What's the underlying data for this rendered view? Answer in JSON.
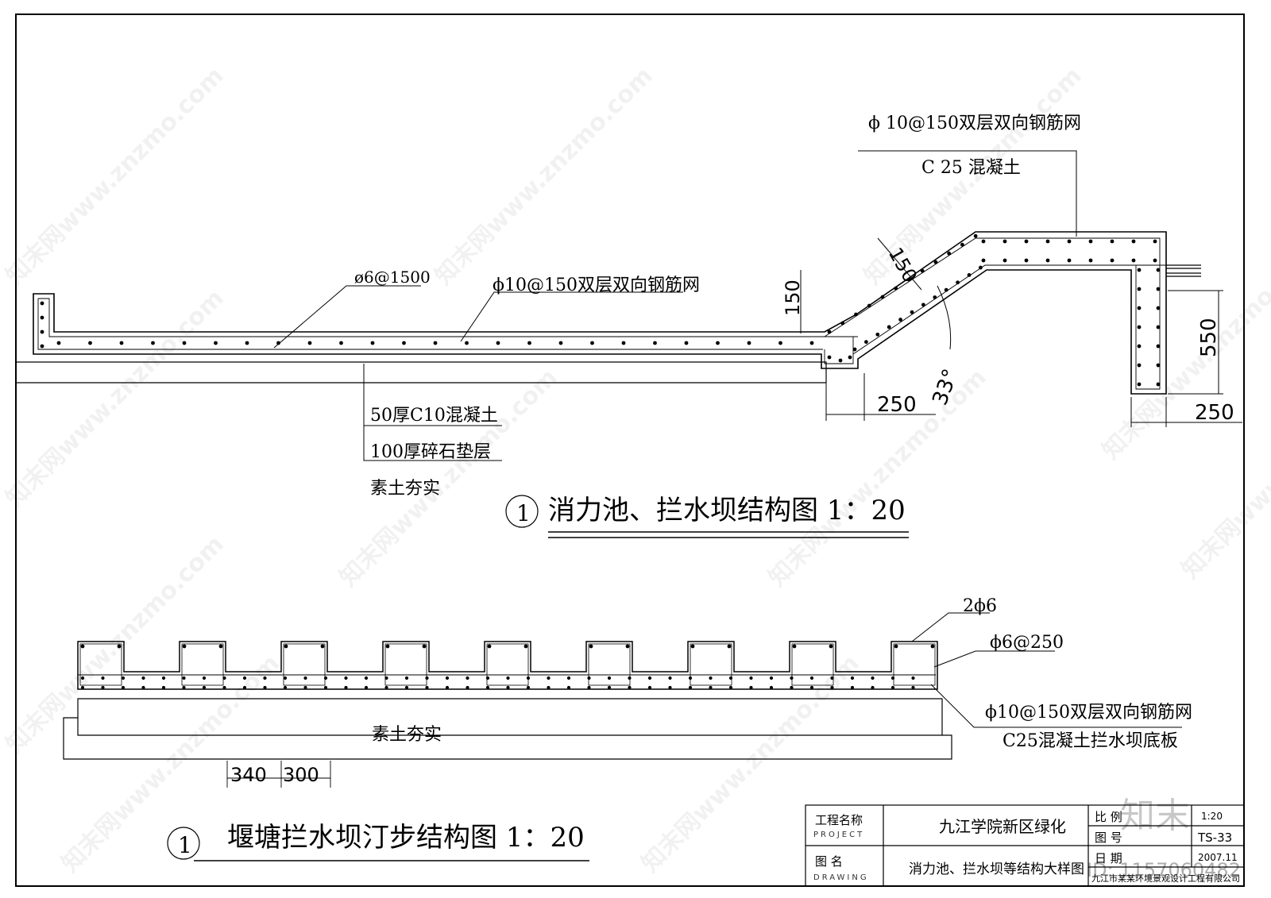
{
  "detail1": {
    "number": "1",
    "title": "消力池、拦水坝结构图 1：20",
    "callouts": {
      "rebar_phi6": "ø6@1500",
      "mesh_slab": "ϕ10@150双层双向钢筋网",
      "mesh_dam": "ϕ 10@150双层双向钢筋网",
      "concrete_dam": "C 25  混凝土",
      "layer_concrete": "50厚C10混凝土",
      "layer_gravel": "100厚碎石垫层",
      "layer_soil": "素土夯实"
    },
    "dims": {
      "slab_thickness": "150",
      "slope_thickness": "150",
      "slope_angle": "33°",
      "toe_width": "250",
      "wall_height": "550",
      "wall_width": "250"
    }
  },
  "detail2": {
    "number": "1",
    "title": "堰塘拦水坝汀步结构图 1：20",
    "callouts": {
      "bar_top": "2ϕ6",
      "stirrup": "ϕ6@250",
      "mesh": "ϕ10@150双层双向钢筋网",
      "slab": "C25混凝土拦水坝底板",
      "soil": "素土夯实"
    },
    "dims": {
      "block_width": "340",
      "gap_width": "300"
    }
  },
  "title_block": {
    "project_label": "工程名称",
    "project_label_en": "PROJECT",
    "project_name": "九江学院新区绿化",
    "drawing_label": "图    名",
    "drawing_label_en": "DRAWING",
    "drawing_name": "消力池、拦水坝等结构大样图",
    "scale_label": "比  例",
    "scale_value": "1:20",
    "number_label": "图  号",
    "number_value": "TS-33",
    "date_label": "日  期",
    "date_value": "2007.11",
    "company": "九江市某某环境景观设计工程有限公司"
  },
  "watermarks": {
    "site": "知末网www.znzmo.com",
    "logo": "知末",
    "id": "ID: 1157060482"
  }
}
